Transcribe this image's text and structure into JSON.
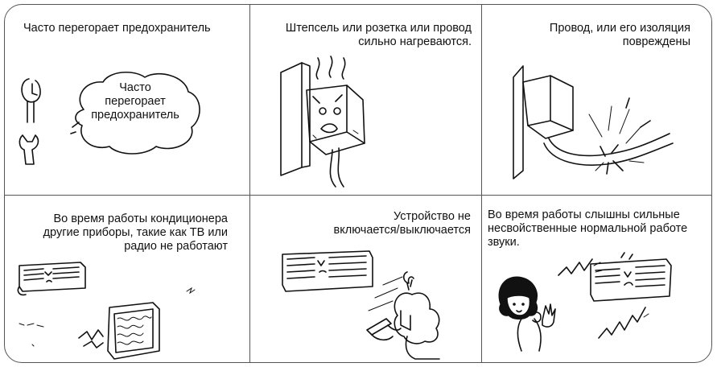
{
  "panels": [
    {
      "caption": "Часто перегорает предохранитель",
      "bubble": [
        "Часто",
        "перегорает",
        "предохранитель"
      ],
      "icons": [
        "fuse-icon",
        "wrench-icon"
      ]
    },
    {
      "caption_lines": [
        "Штепсель или розетка или провод",
        "сильно нагреваются."
      ],
      "icons": [
        "hot-plug-icon"
      ]
    },
    {
      "caption_lines": [
        "Провод, или его изоляция",
        "повреждены"
      ],
      "icons": [
        "damaged-cord-icon"
      ]
    },
    {
      "caption_lines": [
        "Во время работы кондиционера",
        "другие приборы, такие как ТВ или",
        "радио не работают"
      ],
      "icons": [
        "air-conditioner-icon",
        "radio-icon"
      ]
    },
    {
      "caption_lines": [
        "Устройство не",
        "включается/выключается"
      ],
      "icons": [
        "air-conditioner-icon",
        "woman-remote-icon"
      ]
    },
    {
      "caption_lines": [
        "Во время работы слышны сильные",
        "несвойственные нормальной работе",
        "звуки."
      ],
      "icons": [
        "air-conditioner-icon",
        "person-covering-ears-icon"
      ]
    }
  ]
}
